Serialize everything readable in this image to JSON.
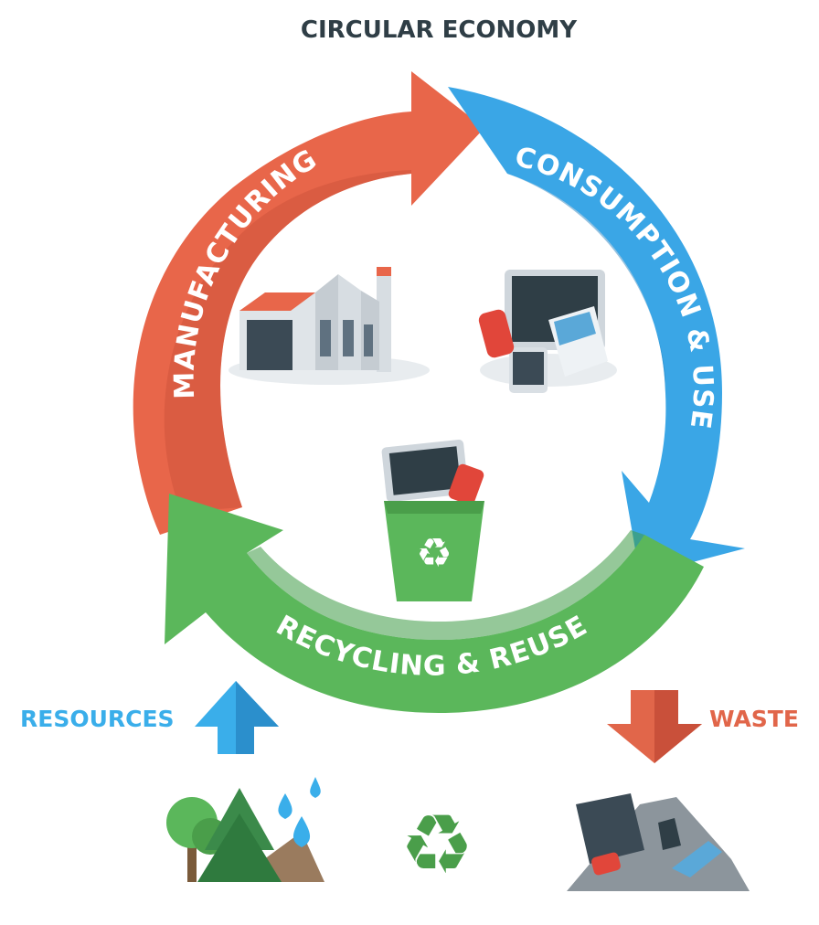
{
  "title": "CIRCULAR ECONOMY",
  "stages": {
    "manufacturing": "MANUFACTURING",
    "consumption": "CONSUMPTION & USE",
    "recycling": "RECYCLING & REUSE"
  },
  "inputs": {
    "resources": "RESOURCES",
    "waste": "WASTE"
  },
  "colors": {
    "manufacturing": "#e8664a",
    "consumption": "#3aa6e6",
    "recycling": "#5bb75b",
    "resources": "#3aaeea",
    "waste": "#e1664a",
    "title": "#2f3e46"
  },
  "icons": [
    "factory-icon",
    "devices-icon",
    "recycle-bin-icon",
    "trees-icon",
    "recycle-symbol-icon",
    "waste-pile-icon"
  ]
}
